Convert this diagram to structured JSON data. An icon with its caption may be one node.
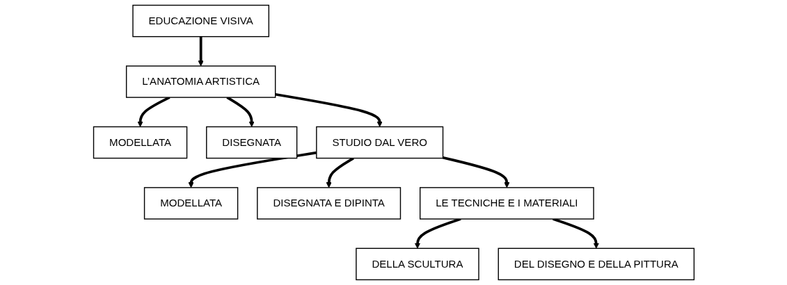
{
  "diagram": {
    "nodes": [
      {
        "text": [
          "EDUCAZIONE VISIVA"
        ]
      },
      {
        "text": [
          "MODELLATA"
        ]
      },
      {
        "text": [
          "L’ANATOMIA ARTISTICA"
        ]
      },
      {
        "text": [
          "DISEGNATA"
        ]
      },
      {
        "text": [
          "MODELLATA"
        ]
      },
      {
        "text": [
          "STUDIO DAL VERO"
        ]
      },
      {
        "text": [
          "DISEGNATA E DIPINTA"
        ]
      },
      {
        "text": [
          "DELLA SCULTURA"
        ]
      },
      {
        "text": [
          "LE TECNICHE E I MATERIALI"
        ]
      },
      {
        "text": [
          "DEL DISEGNO E DELLA PITTURA"
        ]
      }
    ],
    "edges": [
      {
        "from": 0,
        "to": 2,
        "arrow": "to"
      },
      {
        "from": 2,
        "to": 1,
        "arrow": "to"
      },
      {
        "from": 2,
        "to": 3,
        "arrow": "to"
      },
      {
        "from": 2,
        "to": 5,
        "arrow": "to"
      },
      {
        "from": 5,
        "to": 4,
        "arrow": "to"
      },
      {
        "from": 5,
        "to": 6,
        "arrow": "to"
      },
      {
        "from": 5,
        "to": 8,
        "arrow": "to"
      },
      {
        "from": 8,
        "to": 7,
        "arrow": "to"
      },
      {
        "from": 8,
        "to": 9,
        "arrow": "to"
      }
    ]
  }
}
